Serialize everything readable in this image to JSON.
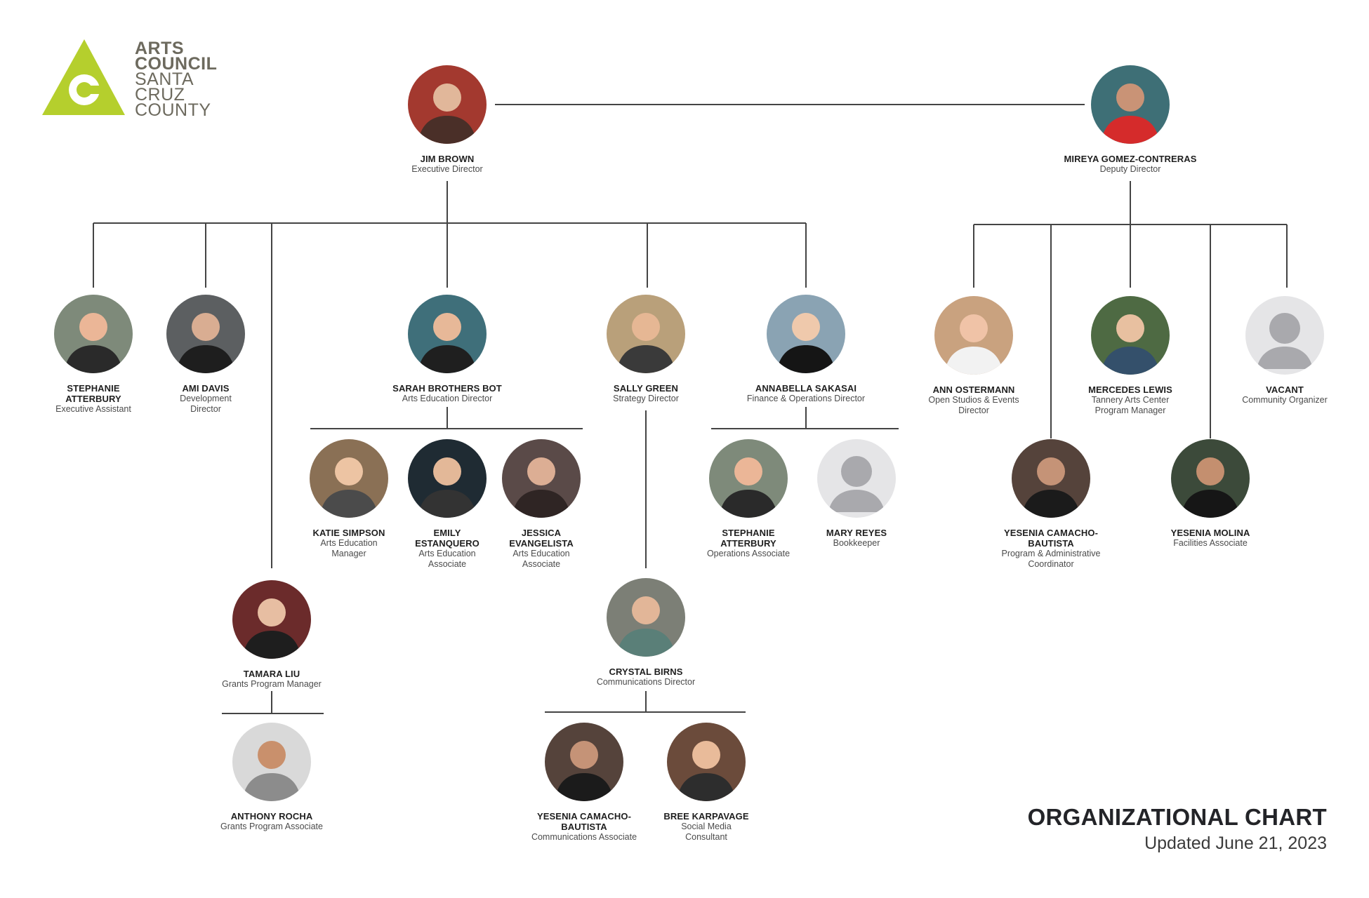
{
  "logo": {
    "lines": [
      "ARTS",
      "COUNCIL",
      "SANTA",
      "CRUZ",
      "COUNTY"
    ],
    "accent_color": "#b5cf2d",
    "text_color": "#6d6a5e"
  },
  "chart": {
    "title": "ORGANIZATIONAL CHART",
    "updated": "Updated June 21, 2023",
    "line_color": "#444444"
  },
  "people": [
    {
      "name": "JIM BROWN",
      "role": "Executive Director",
      "photo": "avatar-photo",
      "bg": "#a3392f"
    },
    {
      "name": "MIREYA GOMEZ-CONTRERAS",
      "role": "Deputy Director",
      "photo": "avatar-photo",
      "bg": "#3e6f76"
    },
    {
      "name": "STEPHANIE ATTERBURY",
      "role": "Executive Assistant",
      "photo": "avatar-photo",
      "bg": "#7e8a7a"
    },
    {
      "name": "AMI DAVIS",
      "role": "Development Director",
      "photo": "avatar-photo",
      "bg": "#5c5f61"
    },
    {
      "name": "SARAH BROTHERS BOT",
      "role": "Arts Education Director",
      "photo": "avatar-photo",
      "bg": "#3f6f7a"
    },
    {
      "name": "SALLY GREEN",
      "role": "Strategy Director",
      "photo": "avatar-photo",
      "bg": "#b9a07a"
    },
    {
      "name": "ANNABELLA SAKASAI",
      "role": "Finance & Operations Director",
      "photo": "avatar-photo",
      "bg": "#8aa3b3"
    },
    {
      "name": "ANN OSTERMANN",
      "role": "Open Studios & Events Director",
      "photo": "avatar-photo",
      "bg": "#c9a27f"
    },
    {
      "name": "MERCEDES LEWIS",
      "role": "Tannery Arts Center Program Manager",
      "photo": "avatar-photo",
      "bg": "#4e6a43"
    },
    {
      "name": "VACANT",
      "role": "Community Organizer",
      "photo": "placeholder-silhouette",
      "bg": "#e5e5e7"
    },
    {
      "name": "KATIE SIMPSON",
      "role": "Arts Education Manager",
      "photo": "avatar-photo",
      "bg": "#8a7055"
    },
    {
      "name": "EMILY ESTANQUERO",
      "role": "Arts Education Associate",
      "photo": "avatar-photo",
      "bg": "#1f2b33"
    },
    {
      "name": "JESSICA EVANGELISTA",
      "role": "Arts Education Associate",
      "photo": "avatar-photo",
      "bg": "#5a4a48"
    },
    {
      "name": "STEPHANIE ATTERBURY",
      "role": "Operations Associate",
      "photo": "avatar-photo",
      "bg": "#7e8a7a"
    },
    {
      "name": "MARY REYES",
      "role": "Bookkeeper",
      "photo": "placeholder-silhouette",
      "bg": "#e5e5e7"
    },
    {
      "name": "YESENIA CAMACHO-BAUTISTA",
      "role": "Program & Administrative Coordinator",
      "photo": "avatar-photo",
      "bg": "#55433b"
    },
    {
      "name": "YESENIA MOLINA",
      "role": "Facilities Associate",
      "photo": "avatar-photo",
      "bg": "#3c4a3a"
    },
    {
      "name": "TAMARA LIU",
      "role": "Grants Program Manager",
      "photo": "avatar-photo",
      "bg": "#6b2b2b"
    },
    {
      "name": "CRYSTAL BIRNS",
      "role": "Communications Director",
      "photo": "avatar-photo",
      "bg": "#7c7f76"
    },
    {
      "name": "ANTHONY ROCHA",
      "role": "Grants Program Associate",
      "photo": "avatar-photo",
      "bg": "#d9d9d9"
    },
    {
      "name": "YESENIA CAMACHO-BAUTISTA",
      "role": "Communications Associate",
      "photo": "avatar-photo",
      "bg": "#55433b"
    },
    {
      "name": "BREE KARPAVAGE",
      "role": "Social Media Consultant",
      "photo": "avatar-photo",
      "bg": "#6b4b3b"
    }
  ]
}
